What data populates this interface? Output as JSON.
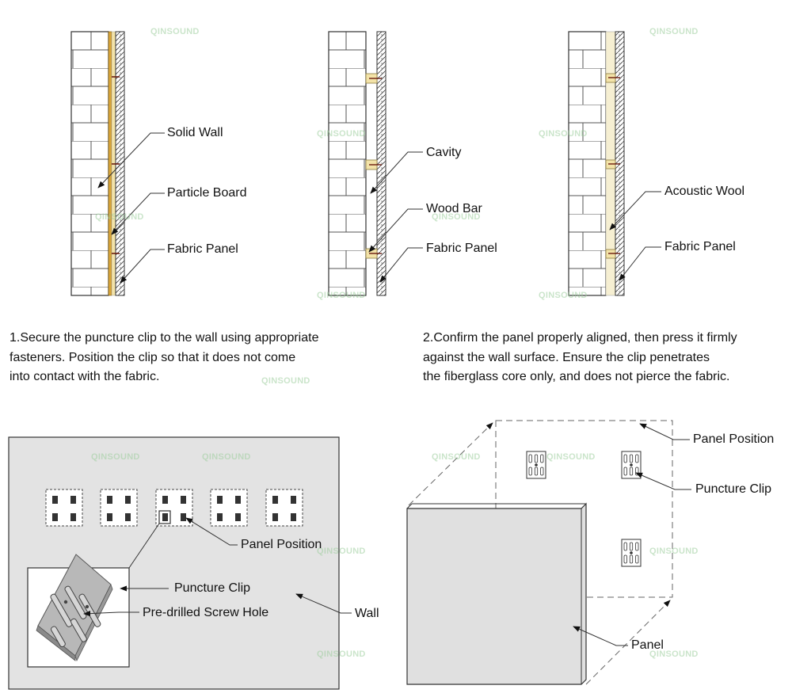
{
  "diagram1": {
    "labels": [
      "Solid Wall",
      "Particle Board",
      "Fabric Panel"
    ]
  },
  "diagram2": {
    "labels": [
      "Cavity",
      "Wood Bar",
      "Fabric Panel"
    ]
  },
  "diagram3": {
    "labels": [
      "Acoustic Wool",
      "Fabric Panel"
    ]
  },
  "steps": {
    "step1": "1.Secure the puncture clip to the wall using appropriate\n   fasteners. Position the clip so that it does not come\n   into contact with the fabric.",
    "step2": "2.Confirm the panel properly aligned, then press it firmly\n   against the wall surface. Ensure the clip penetrates\n   the fiberglass core only, and does not pierce the fabric."
  },
  "wall_diagram": {
    "labels": [
      "Panel Position",
      "Puncture Clip",
      "Pre-drilled Screw Hole",
      "Wall"
    ]
  },
  "panel_diagram": {
    "labels": [
      "Panel Position",
      "Puncture Clip",
      "Panel"
    ]
  },
  "watermark": "QINSOUND",
  "colors": {
    "particle_board": "#d9a63a",
    "wood_bar": "#f3e3a8",
    "acoustic_wool": "#f6efd2",
    "wall_fill": "#e3e3e3",
    "watermark": "#9fcf9f"
  }
}
